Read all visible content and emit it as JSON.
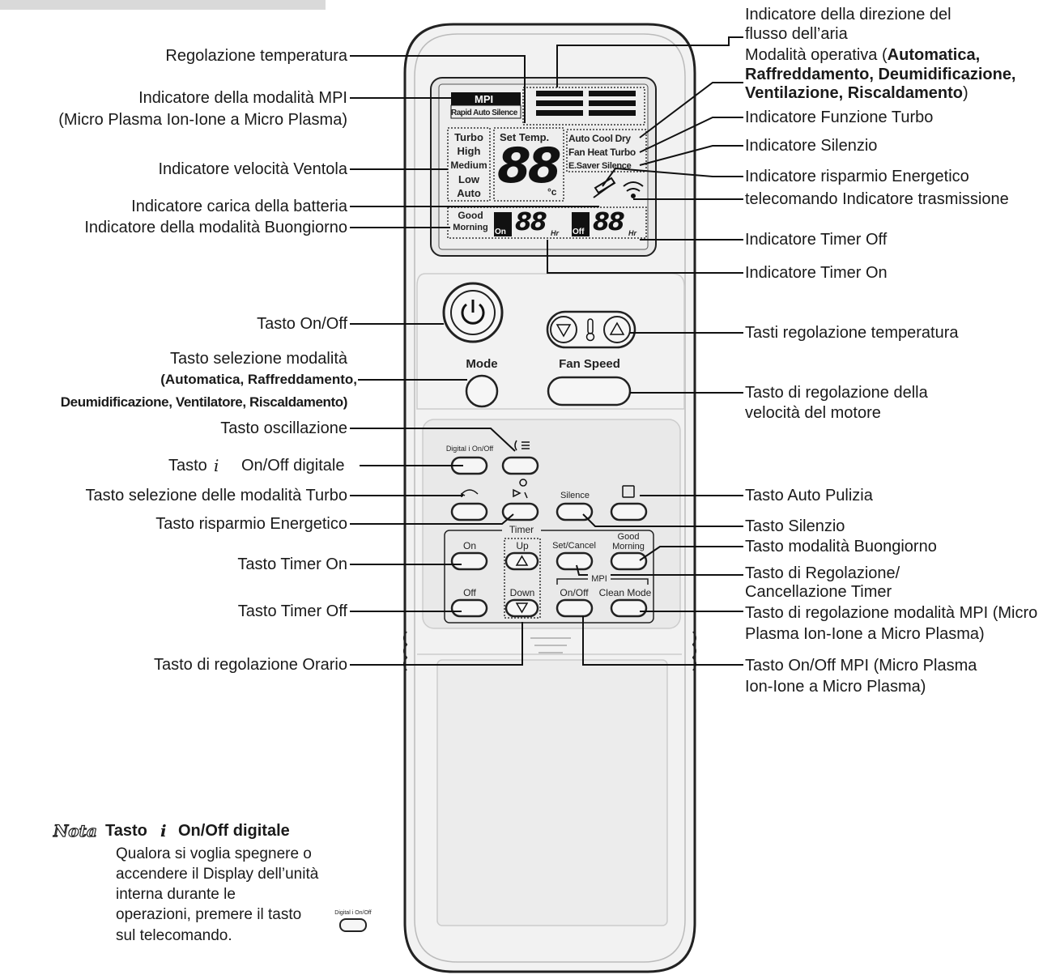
{
  "labels_left": {
    "temp": "Regolazione temperatura",
    "mpi_ind_1": "Indicatore della modalità MPI",
    "mpi_ind_2": "(Micro Plasma Ion-Ione a Micro Plasma)",
    "fan_ind": "Indicatore velocità Ventola",
    "battery_ind": "Indicatore carica della batteria",
    "goodmorning_ind": "Indicatore della modalità Buongiorno",
    "onoff_btn": "Tasto On/Off",
    "mode_btn_1": "Tasto selezione modalità",
    "mode_btn_2": "(Automatica, Raffreddamento,",
    "mode_btn_3": "Deumidificazione, Ventilatore, Riscaldamento)",
    "swing_btn": "Tasto oscillazione",
    "digital_btn_a": "Tasto",
    "digital_btn_i": "i",
    "digital_btn_b": "On/Off digitale",
    "turbo_btn": "Tasto selezione delle modalità Turbo",
    "esaver_btn": "Tasto risparmio Energetico",
    "timer_on_btn": "Tasto Timer On",
    "timer_off_btn": "Tasto Timer Off",
    "clock_btn": "Tasto di regolazione Orario"
  },
  "labels_right": {
    "airflow_1": "Indicatore della direzione del",
    "airflow_2": "flusso dell’aria",
    "opmode_1a": "Modalità operativa (",
    "opmode_1b": "Automatica,",
    "opmode_2": "Raffreddamento, Deumidificazione,",
    "opmode_3a": "Ventilazione, Riscaldamento",
    "opmode_3b": ")",
    "turbo_ind": "Indicatore Funzione Turbo",
    "silence_ind": "Indicatore Silenzio",
    "esaver_ind": "Indicatore risparmio Energetico",
    "transmit_ind": "telecomando Indicatore trasmissione",
    "timer_off_ind": "Indicatore Timer Off",
    "timer_on_ind": "Indicatore Timer On",
    "temp_btns": "Tasti regolazione temperatura",
    "fanspeed_btn_1": "Tasto di regolazione della",
    "fanspeed_btn_2": "velocità del motore",
    "autoclean_btn": "Tasto Auto Pulizia",
    "silence_btn": "Tasto Silenzio",
    "goodmorning_btn": "Tasto modalità Buongiorno",
    "setcancel_btn_1": "Tasto di Regolazione/",
    "setcancel_btn_2": "Cancellazione Timer",
    "mpi_mode_btn_1": "Tasto di regolazione modalità MPI (Micro",
    "mpi_mode_btn_2": "Plasma Ion-Ione a Micro Plasma)",
    "mpi_onoff_btn_1": "Tasto On/Off MPI (Micro Plasma",
    "mpi_onoff_btn_2": "Ion-Ione a Micro Plasma)"
  },
  "lcd": {
    "mpi": "MPI",
    "rapid_auto_silence": "Rapid Auto Silence",
    "fan": [
      "Turbo",
      "High",
      "Medium",
      "Low",
      "Auto"
    ],
    "set_temp": "Set Temp.",
    "temp_digits": "88",
    "celsius": "°c",
    "modes_row1": "Auto Cool Dry",
    "modes_row2": "Fan Heat Turbo",
    "modes_row3": "E.Saver Silence",
    "good": "Good",
    "morning": "Morning",
    "on": "On",
    "off": "Off",
    "timer_digits": "88",
    "hr": "Hr"
  },
  "remote": {
    "mode": "Mode",
    "fan_speed": "Fan Speed",
    "digital_onoff": "Digital i On/Off",
    "silence": "Silence",
    "timer": "Timer",
    "on": "On",
    "up": "Up",
    "set_cancel": "Set/Cancel",
    "good_morning_1": "Good",
    "good_morning_2": "Morning",
    "off": "Off",
    "down": "Down",
    "mpi": "MPI",
    "mpi_onoff": "On/Off",
    "clean_mode": "Clean Mode"
  },
  "note": {
    "tag": "Nota",
    "title_a": "Tasto",
    "title_i": "i",
    "title_b": "On/Off digitale",
    "body_1": "Qualora si voglia spegnere o",
    "body_2": "accendere il Display dell’unità",
    "body_3": "interna durante le",
    "body_4": "operazioni, premere il tasto",
    "body_5": "sul telecomando.",
    "mini_btn": "Digital i On/Off"
  }
}
